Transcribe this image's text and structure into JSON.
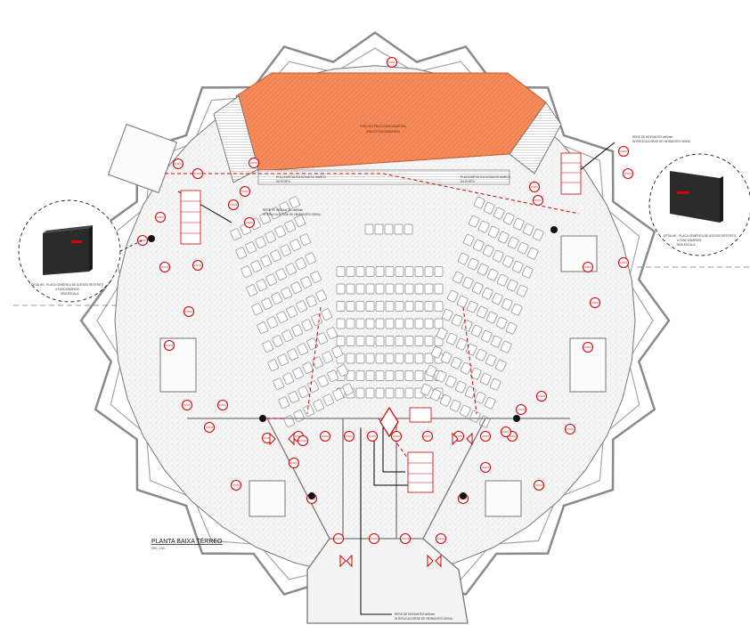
{
  "drawing": {
    "title": "PLANTA BAIXA TÉRREO",
    "scale": "ESC. 1:50",
    "stage_label_1": "PISO DO PALCO EM MADEIRA",
    "stage_label_2": "(PALCO EM MADEIRA)",
    "notes": {
      "left_plate_1": "PLACA METÁLICA ACIMA DO MARCO",
      "left_plate_2": "DA PORTA",
      "right_plate_1": "PLACA METÁLICA ACIMA DO MARCO",
      "right_plate_2": "DA PORTA",
      "left_hydrant_1": "REDE DE HIDRANTES ø65mm",
      "left_hydrant_2": "INTERLIGA A REDE DE HIDRANTES GERAL",
      "right_hydrant_1": "REDE DE HIDRANTES ø65mm",
      "right_hydrant_2": "INTERLIGA A REDE DE HIDRANTES GERAL",
      "bottom_hydrant_1": "REDE DE HIDRANTES ø65mm",
      "bottom_hydrant_2": "INTERLIGA A REDE DE HIDRANTES GERAL",
      "left_detail_1": "DETALHE - PLACA GENÉRICA DE ACESSO RESTRITO",
      "left_detail_2": "A FUNCIONÁRIOS",
      "left_detail_3": "SEM ESCALA",
      "right_detail_1": "DETALHE - PLACA GENÉRICA DE ACESSO RESTRITO",
      "right_detail_2": "A FUNCIONÁRIOS",
      "right_detail_3": "SEM ESCALA"
    }
  },
  "colors": {
    "stage_fill": "#f58a5a",
    "safety_red": "#d40000",
    "wall_gray": "#8a8a8a",
    "floor_speckle": "#f1f1f1"
  }
}
